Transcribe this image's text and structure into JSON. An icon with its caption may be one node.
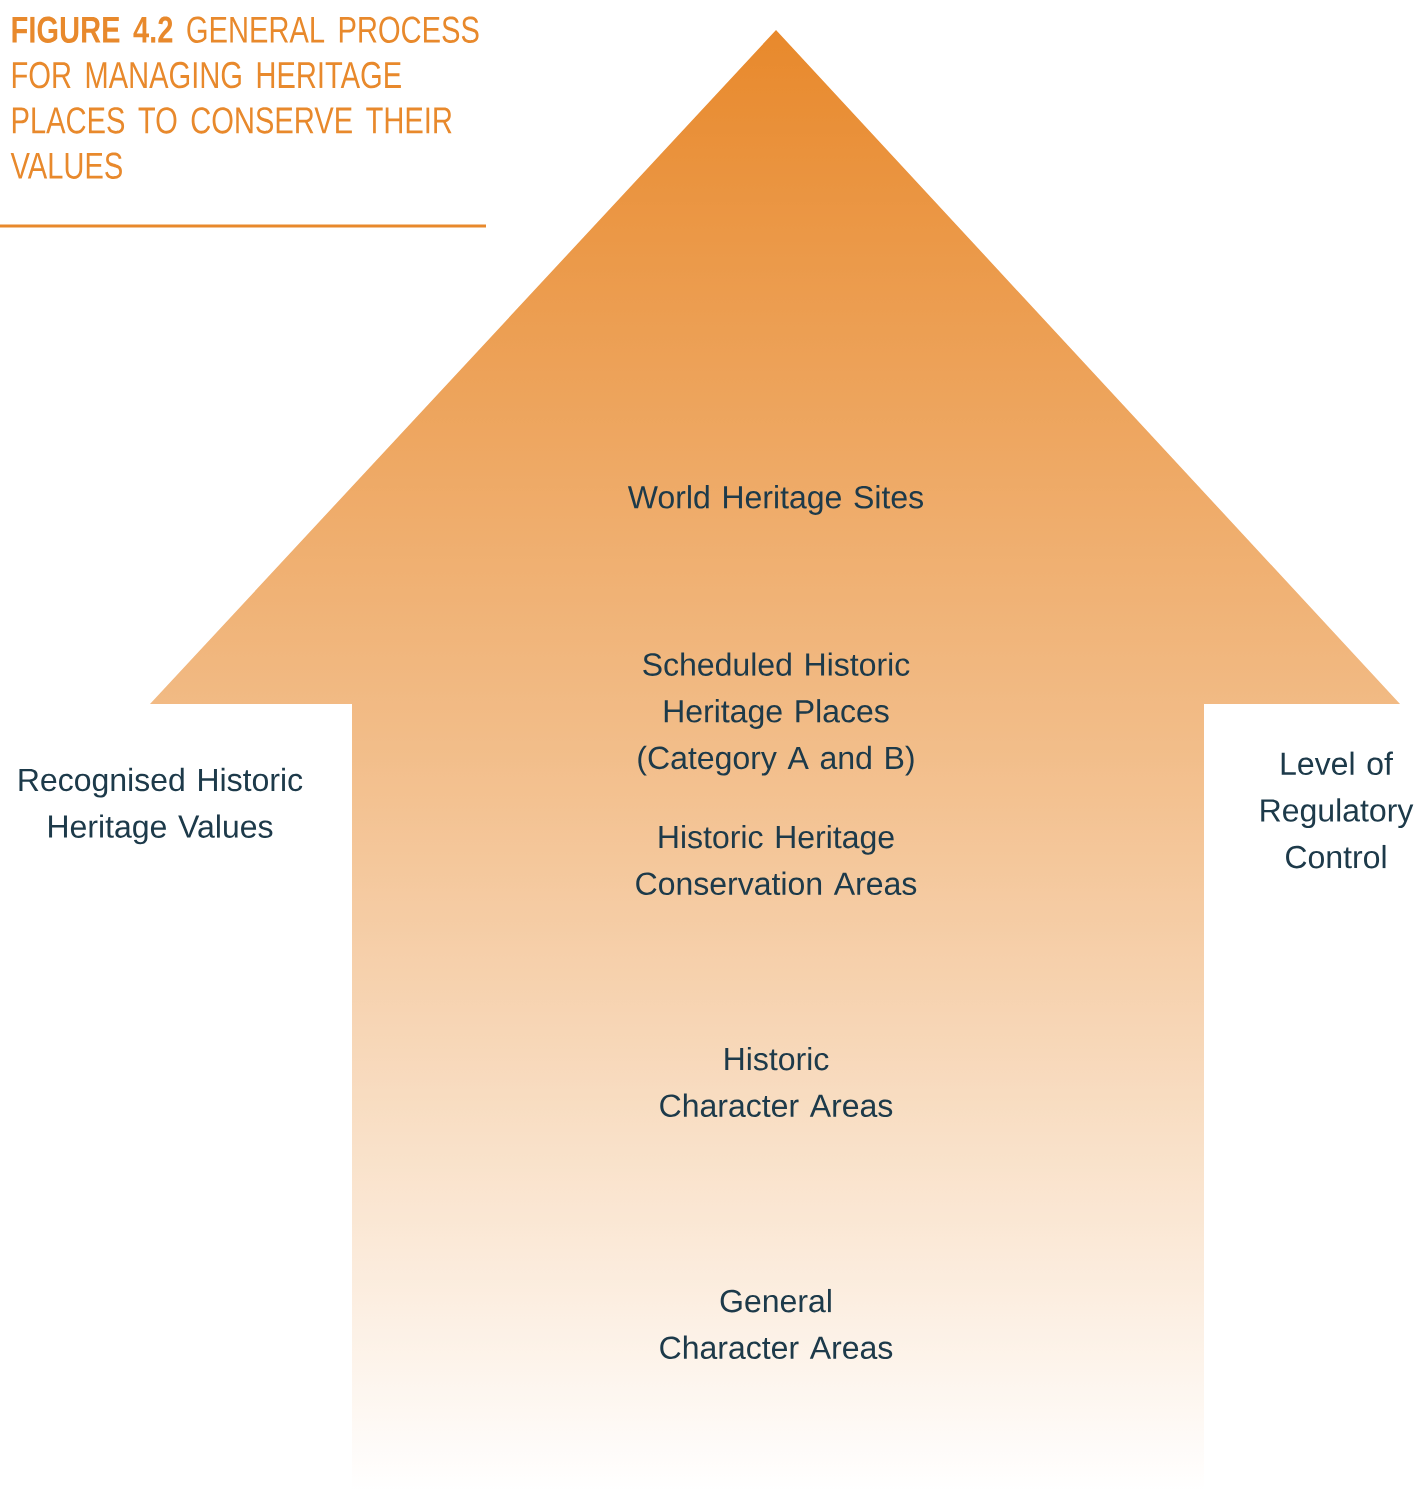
{
  "diagram": {
    "title": "**FIGURE 4.2** GENERAL PROCESS FOR MANAGING HERITAGE PLACES TO CONSERVE THEIR VALUES",
    "nodes": [
      {
        "text": [
          "World Heritage Sites",
          "Scheduled Historic Heritage Places (Category A and B)",
          "Historic Heritage Conservation Areas",
          "Historic Character Areas",
          "General Character Areas"
        ]
      }
    ],
    "labels": [
      "Recognised Historic Heritage Values",
      "Level of Regulatory Control"
    ]
  }
}
